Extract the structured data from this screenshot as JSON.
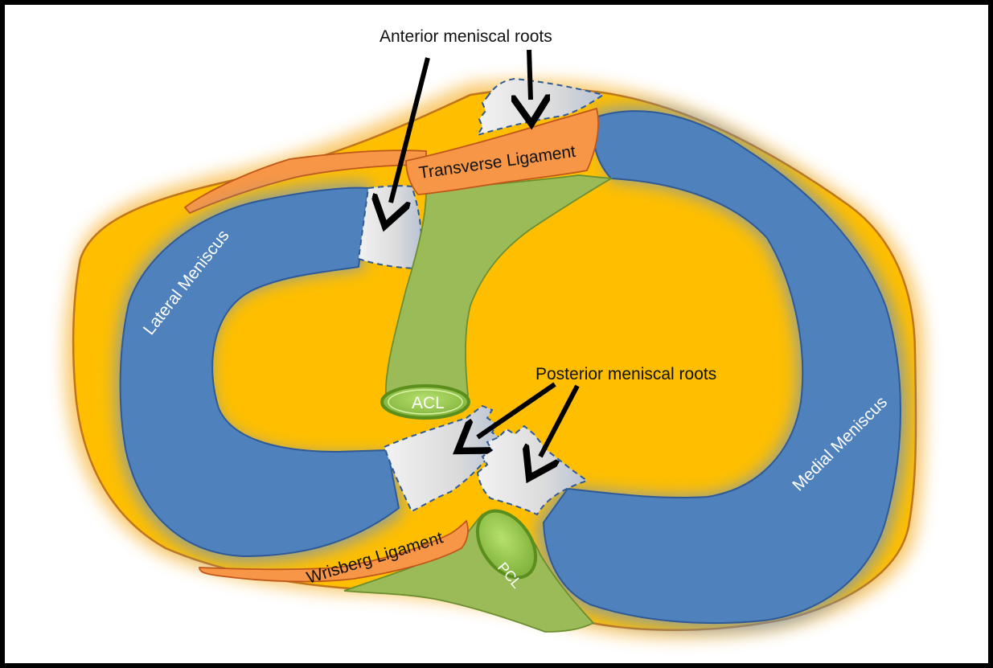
{
  "labels": {
    "anterior_roots": "Anterior meniscal roots",
    "posterior_roots": "Posterior meniscal roots",
    "transverse_ligament": "Transverse Ligament",
    "lateral_meniscus": "Lateral Meniscus",
    "medial_meniscus": "Medial Meniscus",
    "acl": "ACL",
    "pcl": "PCL",
    "wrisberg_ligament": "Wrisberg Ligament"
  },
  "colors": {
    "plateau": "#ffbf00",
    "plateau_outline": "#c0751a",
    "meniscus": "#4f81bd",
    "ligament_green": "#9bbb59",
    "ligament_orange": "#f79646",
    "root_gray": "#e8e8e8",
    "arrow": "#000000"
  }
}
